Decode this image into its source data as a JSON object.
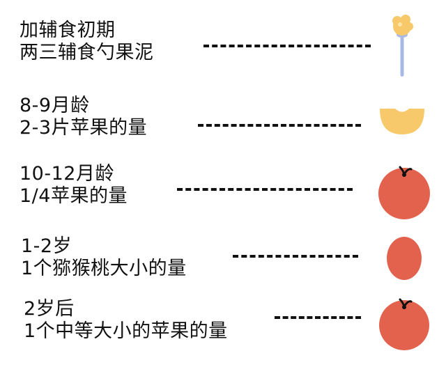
{
  "stages": [
    {
      "line1": "加辅食初期",
      "line2": "两三辅食勺果泥",
      "icon": "spoon-with-puree-icon"
    },
    {
      "line1": "8-9月龄",
      "line2": "2-3片苹果的量",
      "icon": "apple-slice-icon"
    },
    {
      "line1": "10-12月龄",
      "line2": "1/4苹果的量",
      "icon": "apple-icon"
    },
    {
      "line1": "1-2岁",
      "line2": "1个猕猴桃大小的量",
      "icon": "kiwi-size-icon"
    },
    {
      "line1": "2岁后",
      "line2": "1个中等大小的苹果的量",
      "icon": "apple-icon"
    }
  ],
  "colors": {
    "text": "#111111",
    "apple_red": "#e2624e",
    "puree_yellow": "#f7c96b",
    "spoon_blue": "#a9b9e6"
  }
}
